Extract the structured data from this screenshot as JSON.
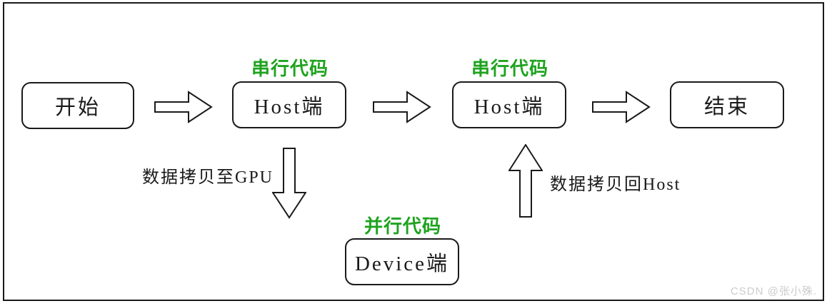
{
  "canvas": {
    "background": "#ffffff",
    "frame_color": "#1a1a1a"
  },
  "colors": {
    "annotation_green": "#1FA31F",
    "node_border": "#1a1a1a",
    "node_text": "#1a1a1a",
    "edge_label_text": "#1a1a1a",
    "watermark_gray": "#cccccc"
  },
  "nodes": {
    "start": {
      "label": "开始"
    },
    "host1": {
      "label": "Host端",
      "annotation": "串行代码"
    },
    "host2": {
      "label": "Host端",
      "annotation": "串行代码"
    },
    "device": {
      "label": "Device端",
      "annotation": "并行代码"
    },
    "end": {
      "label": "结束"
    }
  },
  "edges": {
    "copy_to_gpu": {
      "label": "数据拷贝至GPU"
    },
    "copy_back_to_host": {
      "label": "数据拷贝回Host"
    }
  },
  "icons": {
    "flow_arrow_right": "block-arrow-right",
    "flow_arrow_down": "block-arrow-down",
    "flow_arrow_up": "block-arrow-up"
  },
  "watermark": {
    "text": "CSDN @张小殊."
  }
}
